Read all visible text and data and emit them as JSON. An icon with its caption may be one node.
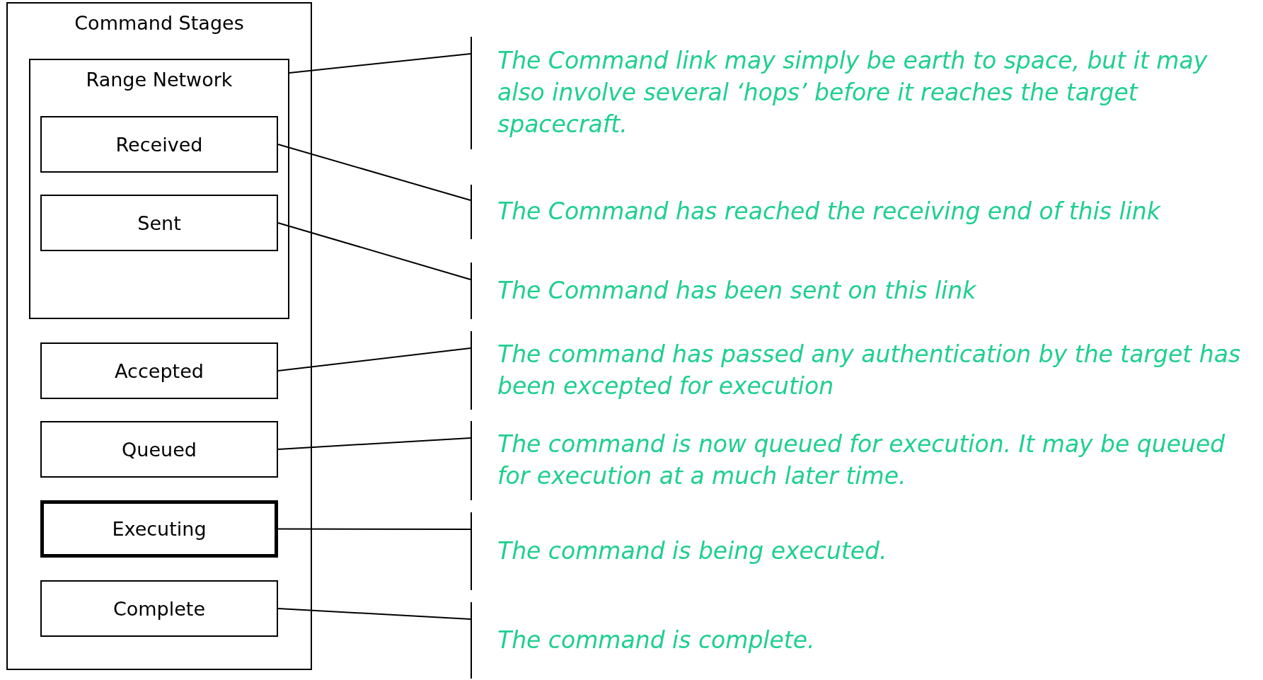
{
  "diagram": {
    "nodes": [
      {
        "text": [
          "Command Stages"
        ]
      },
      {
        "text": [
          "Range Network"
        ],
        "in": 0
      },
      {
        "text": [
          "Received"
        ],
        "in": 1
      },
      {
        "text": [
          "Sent"
        ],
        "in": 1
      },
      {
        "text": [
          "Accepted"
        ],
        "in": 0
      },
      {
        "text": [
          "Queued"
        ],
        "in": 0
      },
      {
        "text": [
          "Executing"
        ],
        "in": 0
      },
      {
        "text": [
          "Complete"
        ],
        "in": 0
      },
      {
        "text": [
          "The Command link may simply be earth to space, but it may also involve several ‘hops’ before it reaches the target spacecraft."
        ]
      },
      {
        "text": [
          "The Command has reached the receiving end of this link"
        ]
      },
      {
        "text": [
          "The Command has been sent on this link"
        ]
      },
      {
        "text": [
          "The command has passed any authentication by the target has been excepted for execution"
        ]
      },
      {
        "text": [
          "The command is now queued for execution.  It may be queued for execution at a much later time."
        ]
      },
      {
        "text": [
          "The command is being executed."
        ]
      },
      {
        "text": [
          "The command is complete."
        ]
      }
    ],
    "edges": [
      {
        "from": 8,
        "to": 1,
        "arrow": "none"
      },
      {
        "from": 9,
        "to": 2,
        "arrow": "none"
      },
      {
        "from": 10,
        "to": 3,
        "arrow": "none"
      },
      {
        "from": 11,
        "to": 4,
        "arrow": "none"
      },
      {
        "from": 12,
        "to": 5,
        "arrow": "none"
      },
      {
        "from": 13,
        "to": 6,
        "arrow": "none"
      },
      {
        "from": 14,
        "to": 7,
        "arrow": "none"
      }
    ]
  }
}
